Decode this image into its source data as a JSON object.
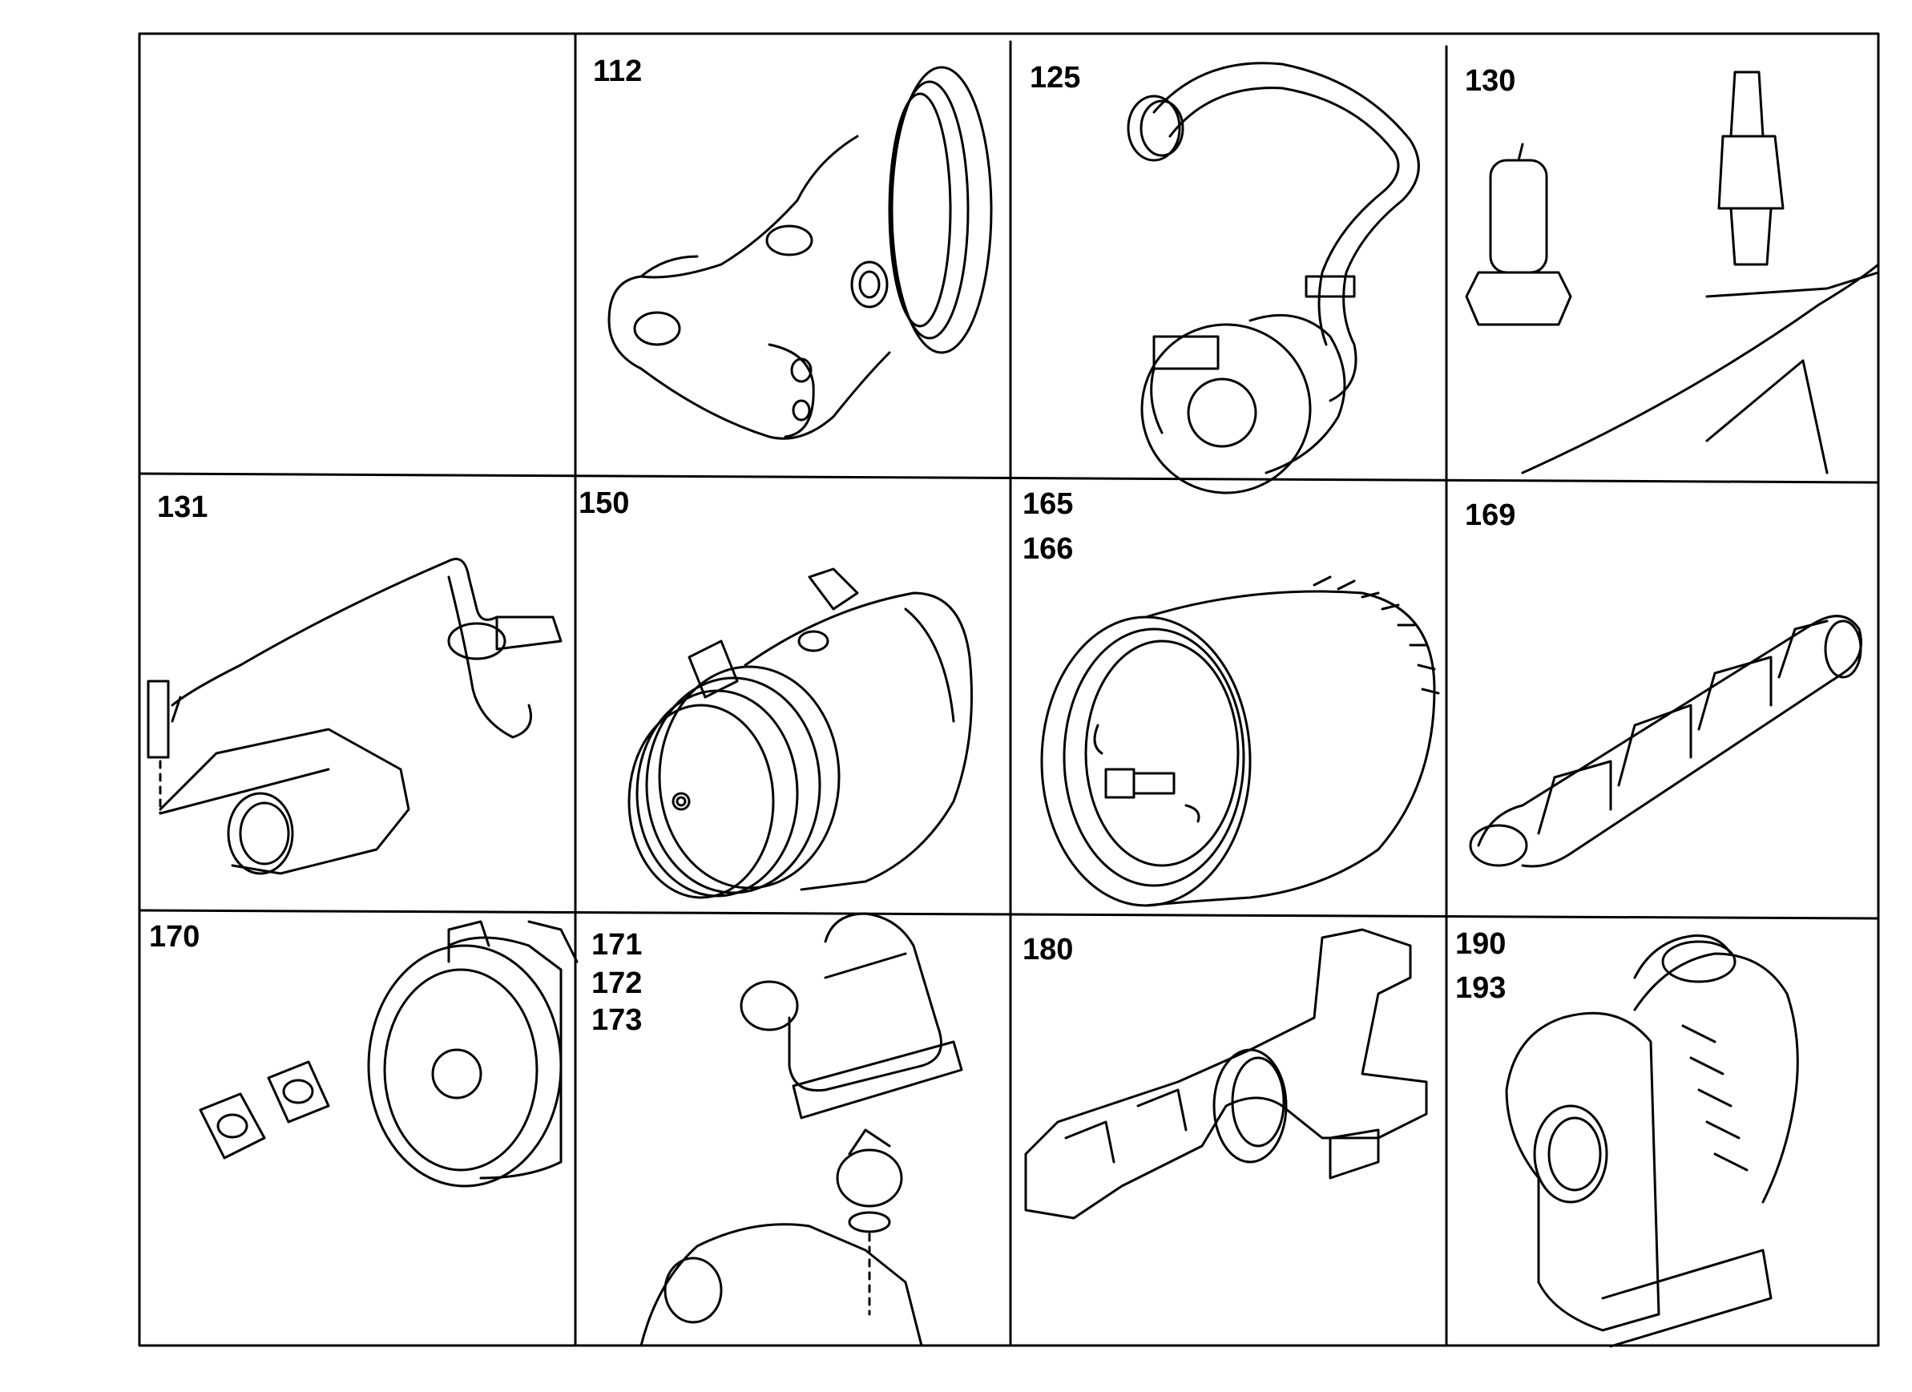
{
  "cells": [
    {
      "labels": []
    },
    {
      "labels": [
        "112"
      ]
    },
    {
      "labels": [
        "125"
      ]
    },
    {
      "labels": [
        "130"
      ]
    },
    {
      "labels": [
        "131"
      ]
    },
    {
      "labels": [
        "150"
      ]
    },
    {
      "labels": [
        "165",
        "166"
      ]
    },
    {
      "labels": [
        "169"
      ]
    },
    {
      "labels": [
        "170"
      ]
    },
    {
      "labels": [
        "171",
        "172",
        "173"
      ]
    },
    {
      "labels": [
        "180"
      ]
    },
    {
      "labels": [
        "190",
        "193"
      ]
    }
  ]
}
